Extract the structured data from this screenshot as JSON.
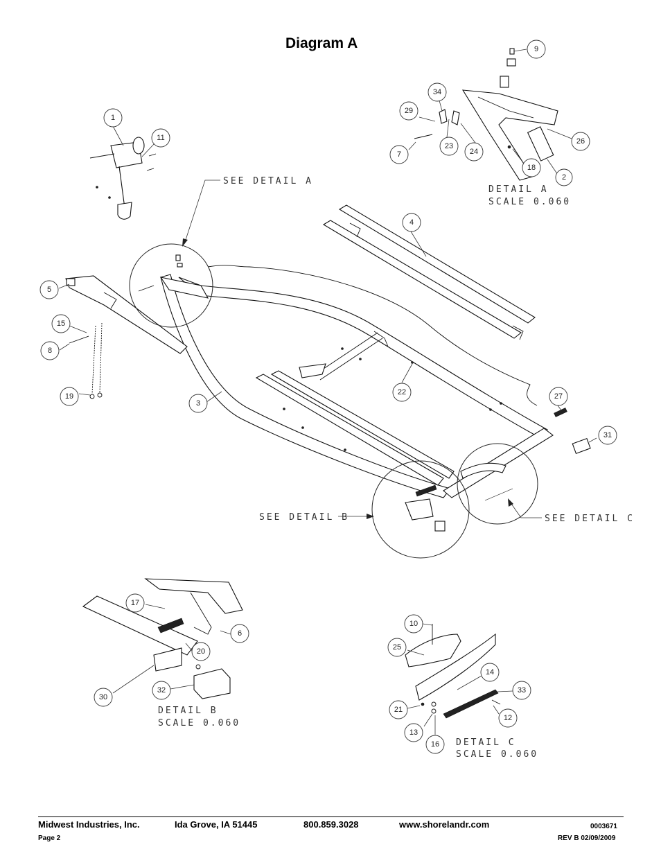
{
  "title": "Diagram A",
  "callouts": [
    {
      "id": "c1",
      "label": "1"
    },
    {
      "id": "c2",
      "label": "2"
    },
    {
      "id": "c3",
      "label": "3"
    },
    {
      "id": "c4",
      "label": "4"
    },
    {
      "id": "c5",
      "label": "5"
    },
    {
      "id": "c6",
      "label": "6"
    },
    {
      "id": "c7",
      "label": "7"
    },
    {
      "id": "c8",
      "label": "8"
    },
    {
      "id": "c9",
      "label": "9"
    },
    {
      "id": "c10",
      "label": "10"
    },
    {
      "id": "c11",
      "label": "11"
    },
    {
      "id": "c12",
      "label": "12"
    },
    {
      "id": "c13",
      "label": "13"
    },
    {
      "id": "c14",
      "label": "14"
    },
    {
      "id": "c15",
      "label": "15"
    },
    {
      "id": "c16",
      "label": "16"
    },
    {
      "id": "c17",
      "label": "17"
    },
    {
      "id": "c18",
      "label": "18"
    },
    {
      "id": "c19",
      "label": "19"
    },
    {
      "id": "c20",
      "label": "20"
    },
    {
      "id": "c21",
      "label": "21"
    },
    {
      "id": "c22",
      "label": "22"
    },
    {
      "id": "c23",
      "label": "23"
    },
    {
      "id": "c24",
      "label": "24"
    },
    {
      "id": "c25",
      "label": "25"
    },
    {
      "id": "c26",
      "label": "26"
    },
    {
      "id": "c27",
      "label": "27"
    },
    {
      "id": "c29",
      "label": "29"
    },
    {
      "id": "c30",
      "label": "30"
    },
    {
      "id": "c31",
      "label": "31"
    },
    {
      "id": "c32",
      "label": "32"
    },
    {
      "id": "c33",
      "label": "33"
    },
    {
      "id": "c34",
      "label": "34"
    }
  ],
  "notes": {
    "see_detail_a": "SEE DETAIL A",
    "see_detail_b": "SEE DETAIL B",
    "see_detail_c": "SEE DETAIL C",
    "detail_a": "DETAIL A",
    "detail_b": "DETAIL B",
    "detail_c": "DETAIL C",
    "scale": "SCALE 0.060"
  },
  "footer": {
    "company": "Midwest Industries, Inc.",
    "address": "Ida Grove, IA  51445",
    "phone": "800.859.3028",
    "website": "www.shorelandr.com",
    "doc_number": "0003671",
    "page": "Page 2",
    "revision": "REV B  02/09/2009"
  }
}
